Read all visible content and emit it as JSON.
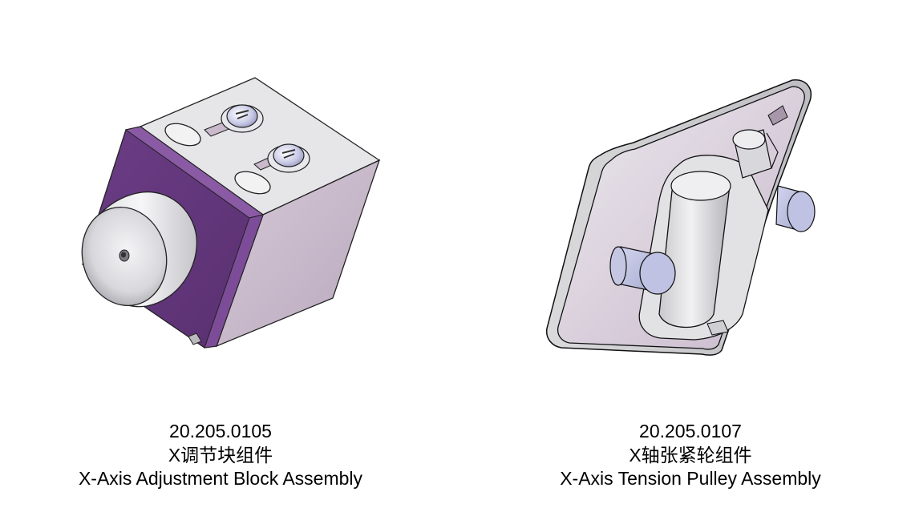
{
  "parts": [
    {
      "part_number": "20.205.0105",
      "name_cn": "X调节块组件",
      "name_en": "X-Axis Adjustment Block Assembly"
    },
    {
      "part_number": "20.205.0107",
      "name_cn": "X轴张紧轮组件",
      "name_en": "X-Axis Tension Pulley Assembly"
    }
  ],
  "colors": {
    "purple": "#7b4a96",
    "metal_light": "#e4e4e6",
    "metal_shade": "#c9b9cb",
    "screw_blue": "#c6c9e6"
  }
}
